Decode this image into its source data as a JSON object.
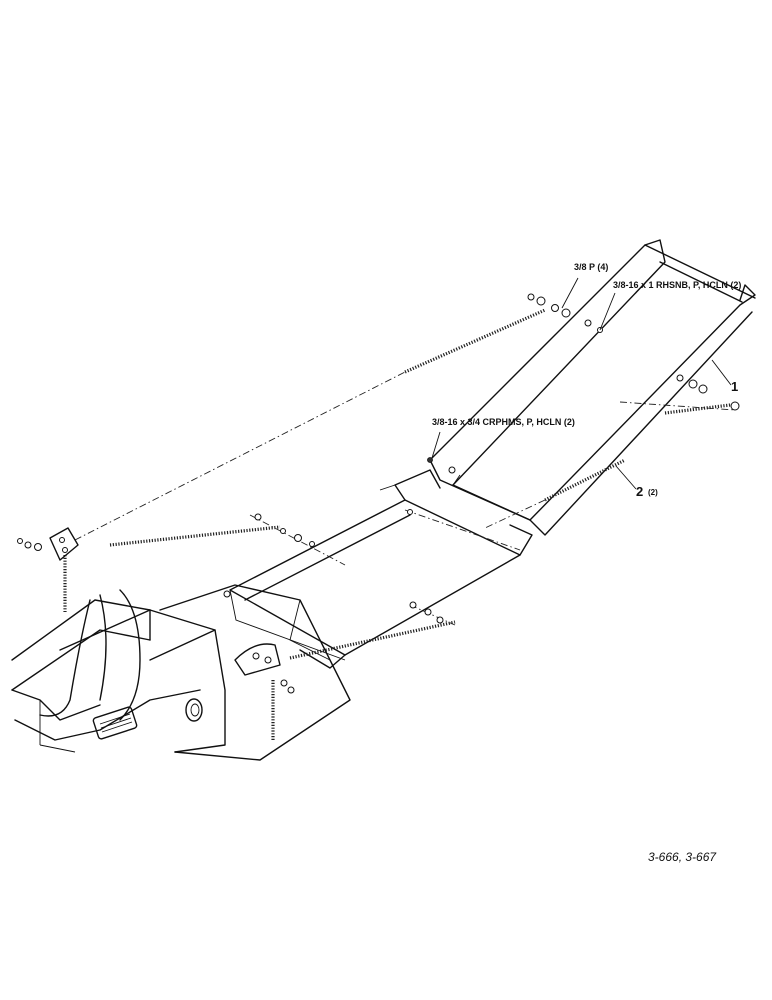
{
  "callouts": {
    "washer": "3/8 P (4)",
    "bolt_long": "3/8-16 x 1 RHSNB, P, HCLN (2)",
    "bolt_short": "3/8-16 x 3/4 CRPHMS, P, HCLN (2)",
    "item1": "1",
    "item2": "2",
    "item2_qty": "(2)"
  },
  "reference": "3-666, 3-667"
}
